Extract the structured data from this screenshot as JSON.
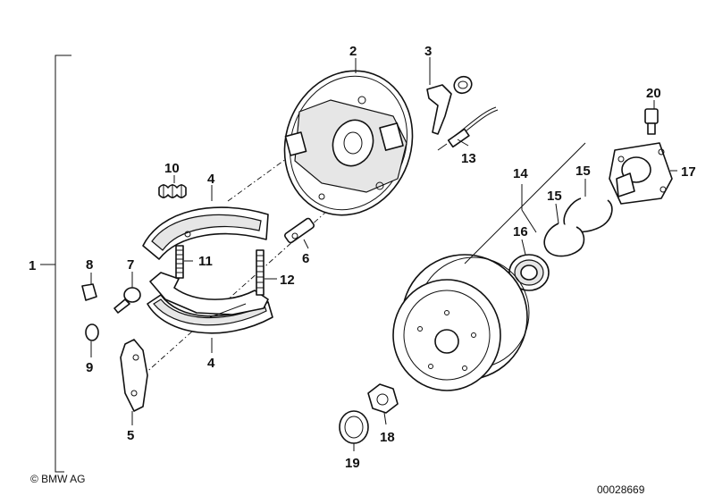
{
  "callouts": {
    "c1": "1",
    "c2": "2",
    "c3": "3",
    "c4a": "4",
    "c4b": "4",
    "c5": "5",
    "c6": "6",
    "c7": "7",
    "c8": "8",
    "c9": "9",
    "c10": "10",
    "c11": "11",
    "c12": "12",
    "c13": "13",
    "c14": "14",
    "c15a": "15",
    "c15b": "15",
    "c16": "16",
    "c17": "17",
    "c18": "18",
    "c19": "19",
    "c20": "20"
  },
  "footer": {
    "copyright": "© BMW AG",
    "diagram_number": "00028669"
  }
}
